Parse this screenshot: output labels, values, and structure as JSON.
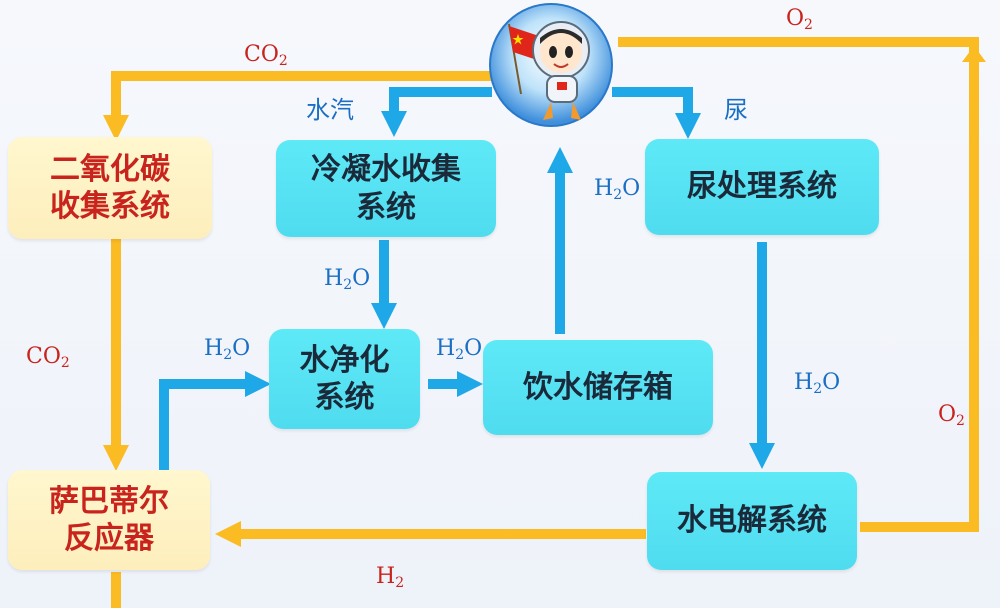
{
  "nodes": {
    "co2_collection": {
      "line1": "二氧化碳",
      "line2": "收集系统"
    },
    "condensate": {
      "line1": "冷凝水收集",
      "line2": "系统"
    },
    "urine_processing": {
      "line1": "尿处理系统"
    },
    "water_purification": {
      "line1": "水净化",
      "line2": "系统"
    },
    "drinking_tank": {
      "line1": "饮水储存箱"
    },
    "sabatier": {
      "line1": "萨巴蒂尔",
      "line2": "反应器"
    },
    "electrolysis": {
      "line1": "水电解系统"
    }
  },
  "labels": {
    "co2_top": {
      "main": "CO",
      "sub": "2"
    },
    "co2_left": {
      "main": "CO",
      "sub": "2"
    },
    "o2_top": {
      "main": "O",
      "sub": "2"
    },
    "o2_right": {
      "main": "O",
      "sub": "2"
    },
    "h2_bottom": {
      "main": "H",
      "sub": "2"
    },
    "h2o_up": {
      "main": "H",
      "sub": "2",
      "tail": "O"
    },
    "h2o_down": {
      "main": "H",
      "sub": "2",
      "tail": "O"
    },
    "h2o_in": {
      "main": "H",
      "sub": "2",
      "tail": "O"
    },
    "h2o_mid": {
      "main": "H",
      "sub": "2",
      "tail": "O"
    },
    "h2o_right": {
      "main": "H",
      "sub": "2",
      "tail": "O"
    },
    "vapor": "水汽",
    "urine": "尿"
  },
  "colors": {
    "gas_flow": "#fbbb22",
    "water_flow": "#1fa8e8",
    "cyan_box": "#53dff0",
    "cream_box": "#fdf1c2",
    "red_text": "#c8231c",
    "blue_text": "#1a6fc4"
  },
  "icons": {
    "center": "astronaut-icon",
    "flag": "china-flag-icon"
  }
}
